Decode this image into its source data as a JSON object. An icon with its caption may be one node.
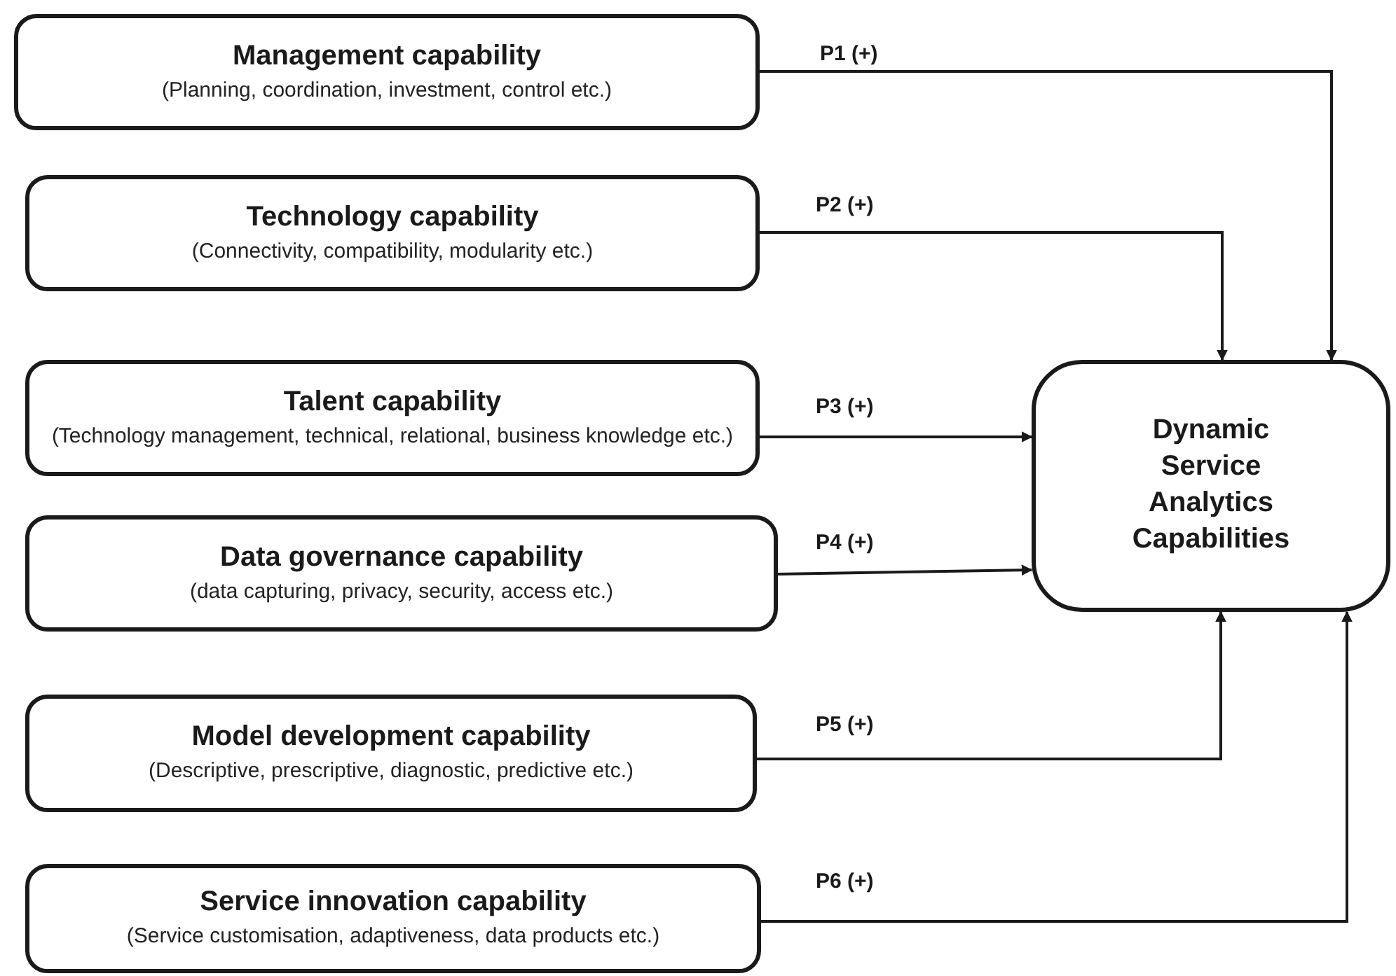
{
  "diagram": {
    "nodes": [
      {
        "text": [
          "Management capability",
          "(Planning, coordination, investment,  control etc.)"
        ]
      },
      {
        "text": [
          "Technology capability",
          "(Connectivity, compatibility, modularity etc.)"
        ]
      },
      {
        "text": [
          "Talent capability",
          "(Technology management, technical, relational, business knowledge etc.)"
        ]
      },
      {
        "text": [
          "Data governance capability",
          "(data capturing, privacy, security, access etc.)"
        ]
      },
      {
        "text": [
          "Model development capability",
          "(Descriptive, prescriptive, diagnostic, predictive etc.)"
        ]
      },
      {
        "text": [
          "Service innovation capability",
          "(Service customisation, adaptiveness, data products etc.)"
        ]
      },
      {
        "text": [
          "Dynamic Service Analytics Capabilities"
        ]
      }
    ],
    "edges": [
      {
        "from": 0,
        "to": 6,
        "arrow": "to",
        "label": "P1 (+)"
      },
      {
        "from": 1,
        "to": 6,
        "arrow": "to",
        "label": "P2 (+)"
      },
      {
        "from": 2,
        "to": 6,
        "arrow": "to",
        "label": "P3 (+)"
      },
      {
        "from": 3,
        "to": 6,
        "arrow": "to",
        "label": "P4 (+)"
      },
      {
        "from": 4,
        "to": 6,
        "arrow": "to",
        "label": "P5 (+)"
      },
      {
        "from": 5,
        "to": 6,
        "arrow": "to",
        "label": "P6 (+)"
      }
    ]
  }
}
